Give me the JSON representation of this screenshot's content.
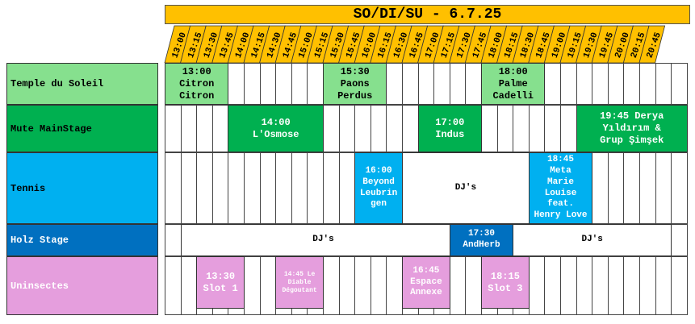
{
  "title": "SO/DI/SU - 6.7.25",
  "times": [
    "13:00",
    "13:15",
    "13:30",
    "13:45",
    "14:00",
    "14:15",
    "14:30",
    "14:45",
    "15:00",
    "15:15",
    "15:30",
    "15:45",
    "16:00",
    "16:15",
    "16:30",
    "16:45",
    "17:00",
    "17:15",
    "17:30",
    "17:45",
    "18:00",
    "18:15",
    "18:30",
    "18:45",
    "19:00",
    "19:15",
    "19:30",
    "19:45",
    "20:00",
    "20:15",
    "20:45"
  ],
  "colors": {
    "header": "#ffc000",
    "temple": "#86e08e",
    "mute": "#00b050",
    "tennis": "#00b0f0",
    "holz": "#0070c0",
    "holz_stage_label_bg": "#0070c0",
    "uninsectes": "#e59edd",
    "uninsectes_text": "#ffffff"
  },
  "stages": [
    {
      "name": "Temple du Soleil"
    },
    {
      "name": "Mute MainStage"
    },
    {
      "name": "Tennis"
    },
    {
      "name": "Holz Stage"
    },
    {
      "name": "Uninsectes"
    }
  ],
  "blocks": {
    "temple": [
      {
        "lines": [
          "13:00",
          "Citron",
          "Citron"
        ]
      },
      {
        "lines": [
          "15:30",
          "Paons",
          "Perdus"
        ]
      },
      {
        "lines": [
          "18:00",
          "Palme",
          "Cadelli"
        ]
      }
    ],
    "mute": [
      {
        "lines": [
          "14:00",
          "L'Osmose"
        ]
      },
      {
        "lines": [
          "17:00",
          "Indus"
        ]
      },
      {
        "lines": [
          "19:45 Derya",
          "Yıldırım &",
          "Grup Şimşek"
        ]
      }
    ],
    "tennis": [
      {
        "lines": [
          "16:00",
          "Beyond",
          "Leubrin",
          "gen"
        ]
      },
      {
        "lines": [
          "DJ's"
        ]
      },
      {
        "lines": [
          "18:45",
          "Meta",
          "Marie",
          "Louise",
          "feat.",
          "Henry Love"
        ]
      }
    ],
    "holz": [
      {
        "lines": [
          "DJ's"
        ]
      },
      {
        "lines": [
          "17:30",
          "AndHerb"
        ]
      },
      {
        "lines": [
          "DJ's"
        ]
      }
    ],
    "uninsectes": [
      {
        "lines": [
          "13:30",
          "Slot 1"
        ]
      },
      {
        "lines": [
          "14:45 Le",
          "Diable",
          "Dégoutant"
        ]
      },
      {
        "lines": [
          "16:45",
          "Espace",
          "Annexe"
        ]
      },
      {
        "lines": [
          "18:15",
          "Slot 3"
        ]
      }
    ]
  }
}
